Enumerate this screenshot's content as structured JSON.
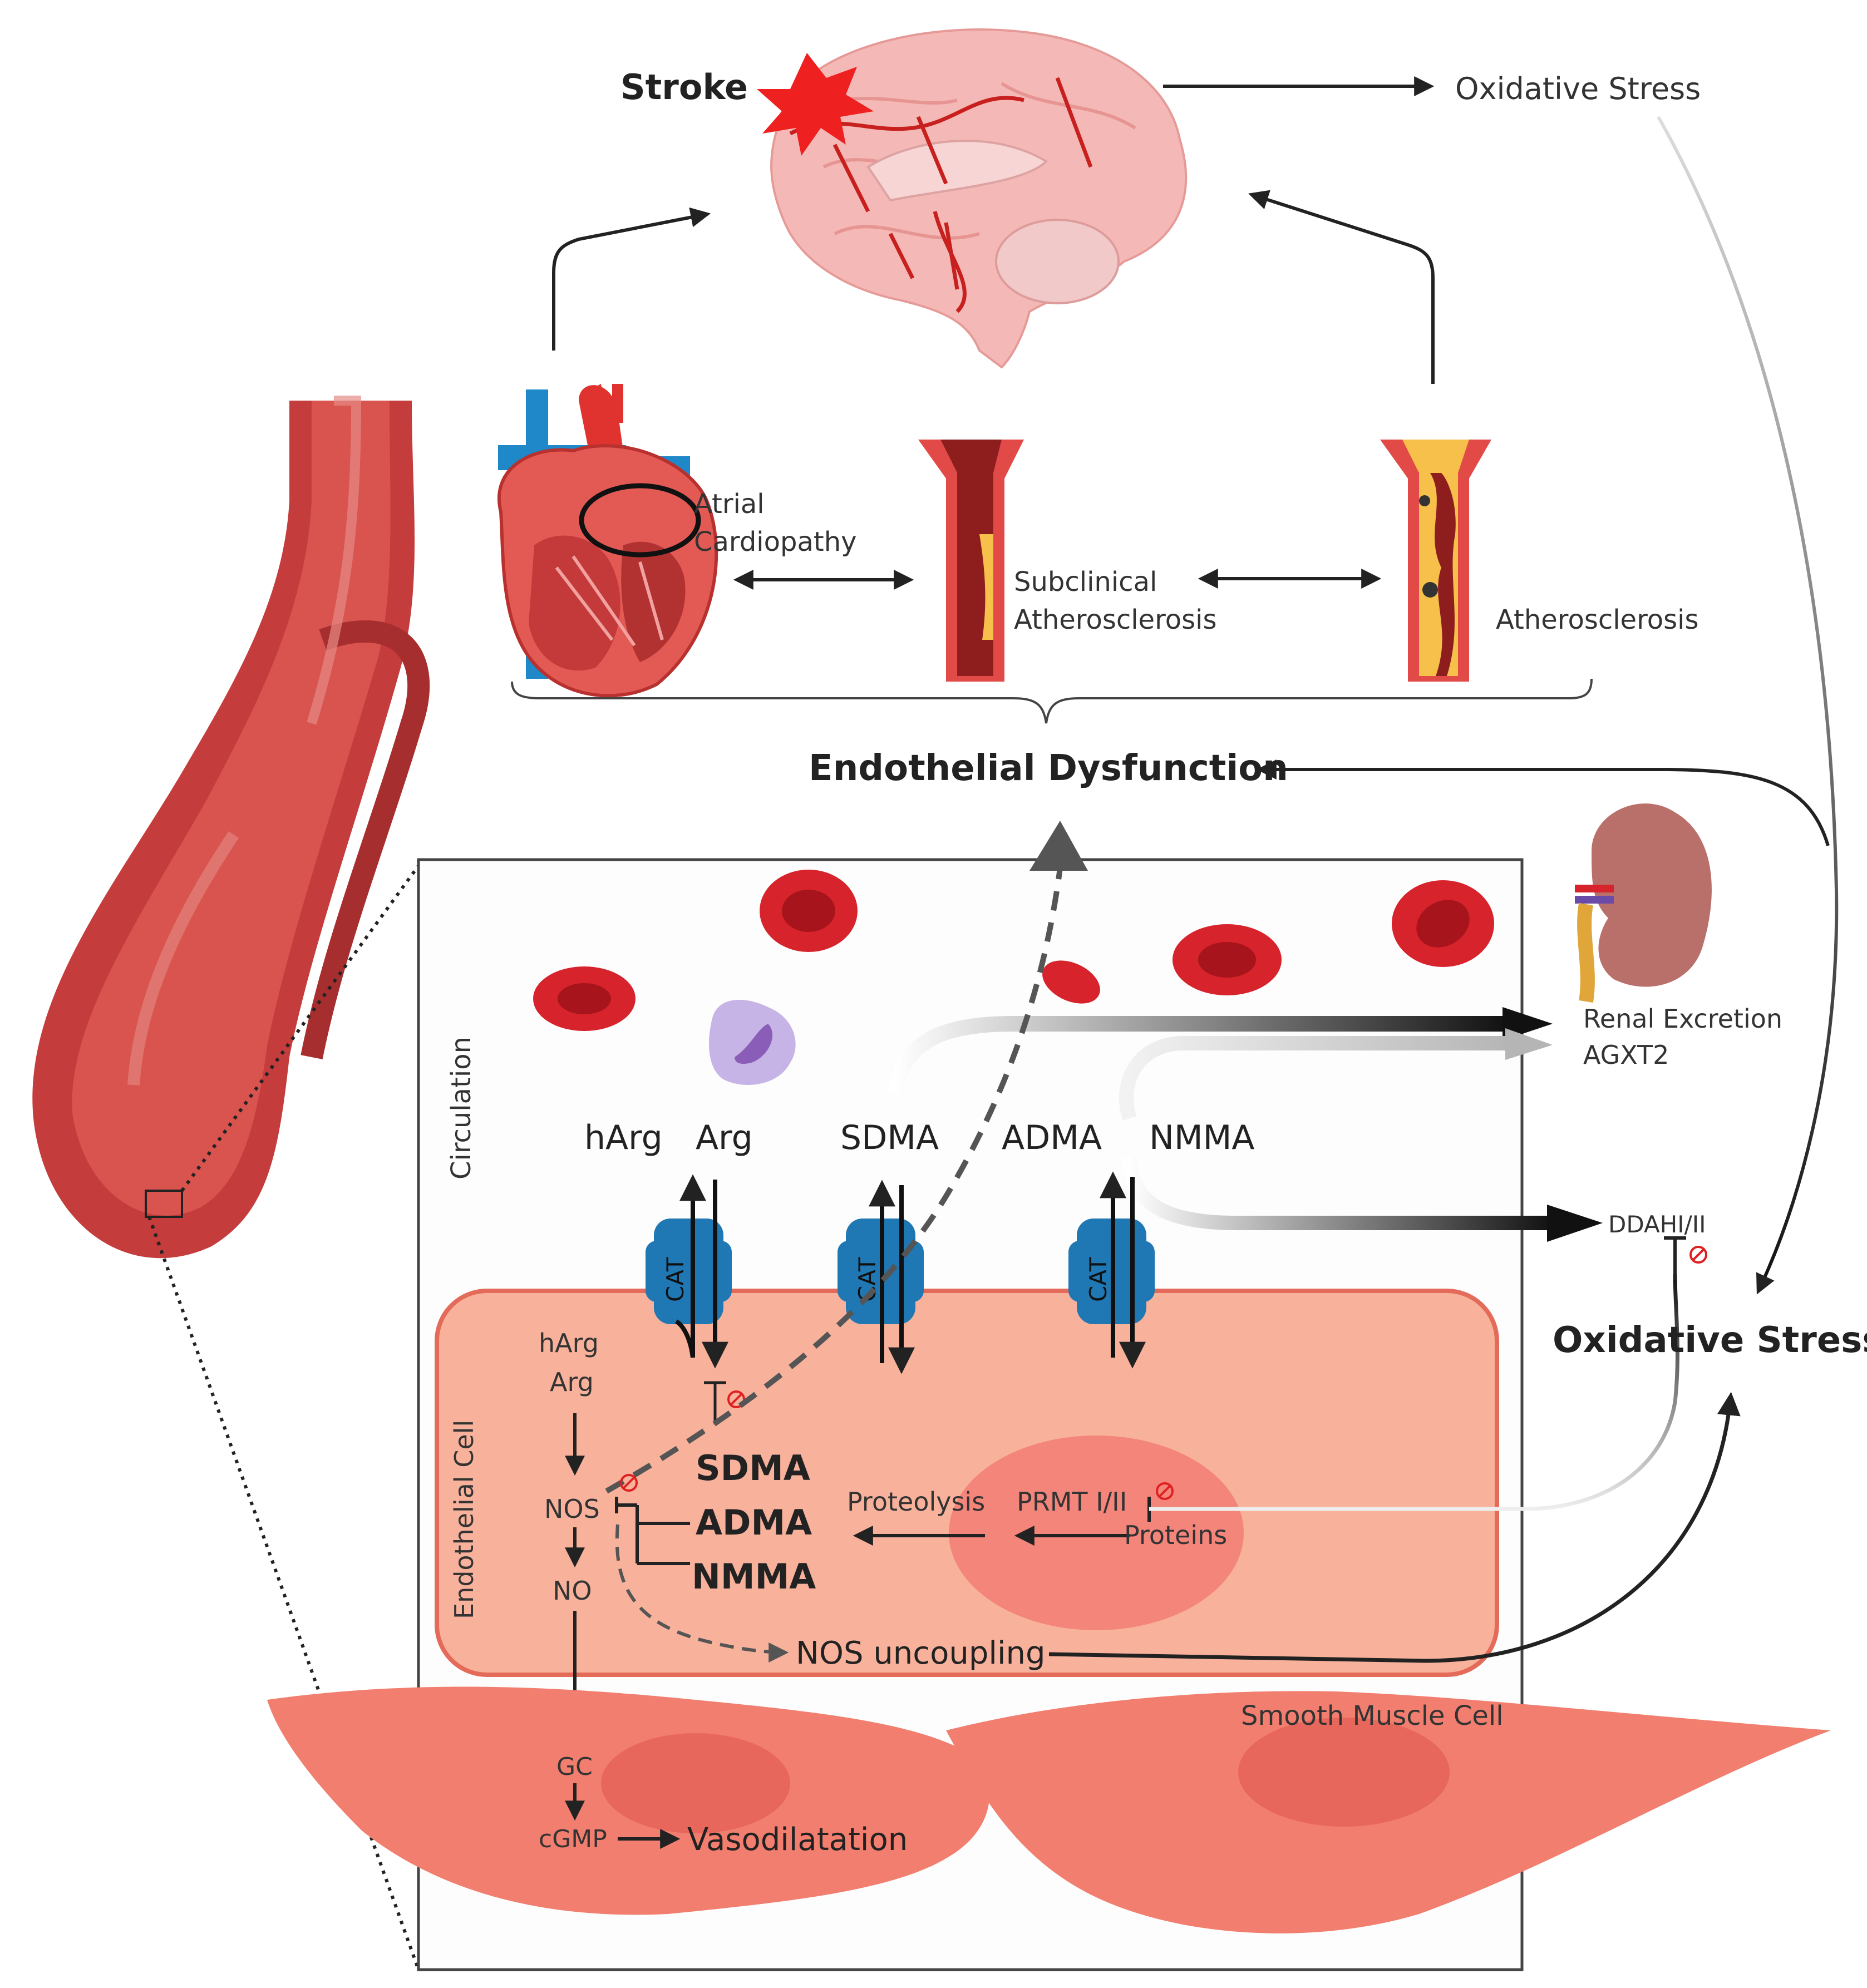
{
  "top": {
    "stroke": "Stroke",
    "oxidative_stress_top": "Oxidative Stress",
    "atrial_line1": "Atrial",
    "atrial_line2": "Cardiopathy",
    "subclinical_line1": "Subclinical",
    "subclinical_line2": "Atherosclerosis",
    "atherosclerosis": "Atherosclerosis",
    "endothelial_dysfunction": "Endothelial Dysfunction"
  },
  "circulation": {
    "label": "Circulation",
    "harg": "hArg",
    "arg": "Arg",
    "sdma": "SDMA",
    "adma": "ADMA",
    "nmma": "NMMA",
    "cat": "CAT"
  },
  "renal": {
    "line1": "Renal Excretion",
    "line2": "AGXT2"
  },
  "right": {
    "ddah": "DDAHI/II",
    "oxidative_stress": "Oxidative Stress"
  },
  "endothelial": {
    "label": "Endothelial Cell",
    "harg": "hArg",
    "arg": "Arg",
    "nos": "NOS",
    "no": "NO",
    "sdma": "SDMA",
    "adma": "ADMA",
    "nmma": "NMMA",
    "proteolysis": "Proteolysis",
    "prmt": "PRMT I/II",
    "proteins": "Proteins",
    "nos_uncoupling": "NOS uncoupling"
  },
  "smooth": {
    "label": "Smooth Muscle Cell",
    "gc": "GC",
    "cgmp": "cGMP",
    "vasodilatation": "Vasodilatation"
  },
  "colors": {
    "red_vessel": "#c94545",
    "endothelial_fill": "#f8b29c",
    "endothelial_border": "#e46b5a",
    "smooth_fill": "#f17e6e",
    "nucleus": "#e8675c",
    "cat_blue": "#1f77b4",
    "rbc": "#d7232c",
    "arrow": "#222222"
  }
}
